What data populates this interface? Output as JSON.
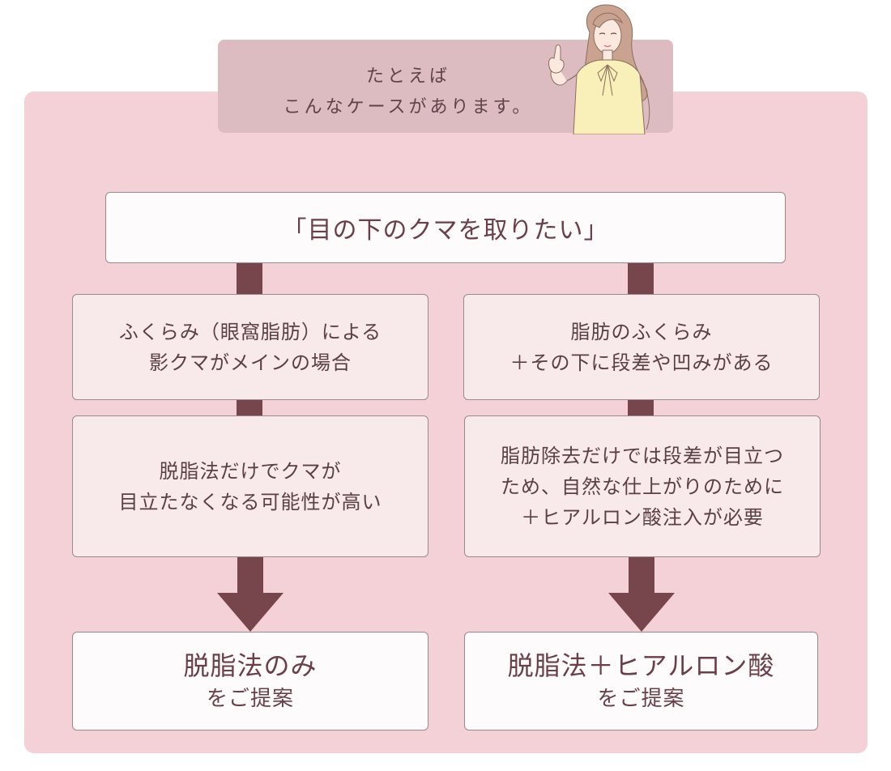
{
  "banner": {
    "line1": "たとえば",
    "line2": "こんなケースがあります。"
  },
  "question": "「目の下のクマを取りたい」",
  "left": {
    "case_line1": "ふくらみ（眼窩脂肪）による",
    "case_line2": "影クマがメインの場合",
    "detail_line1": "脱脂法だけでクマが",
    "detail_line2": "目立たなくなる可能性が高い",
    "result_main": "脱脂法のみ",
    "result_sub": "をご提案"
  },
  "right": {
    "case_line1": "脂肪のふくらみ",
    "case_line2": "＋その下に段差や凹みがある",
    "detail_line1": "脂肪除去だけでは段差が目立つ",
    "detail_line2": "ため、自然な仕上がりのために",
    "detail_line3": "＋ヒアルロン酸注入が必要",
    "result_main": "脱脂法＋ヒアルロン酸",
    "result_sub": "をご提案"
  },
  "colors": {
    "panel": "#f4d1d7",
    "banner": "#dcbcc1",
    "arrow": "#77464d",
    "text": "#6b3f4a"
  }
}
